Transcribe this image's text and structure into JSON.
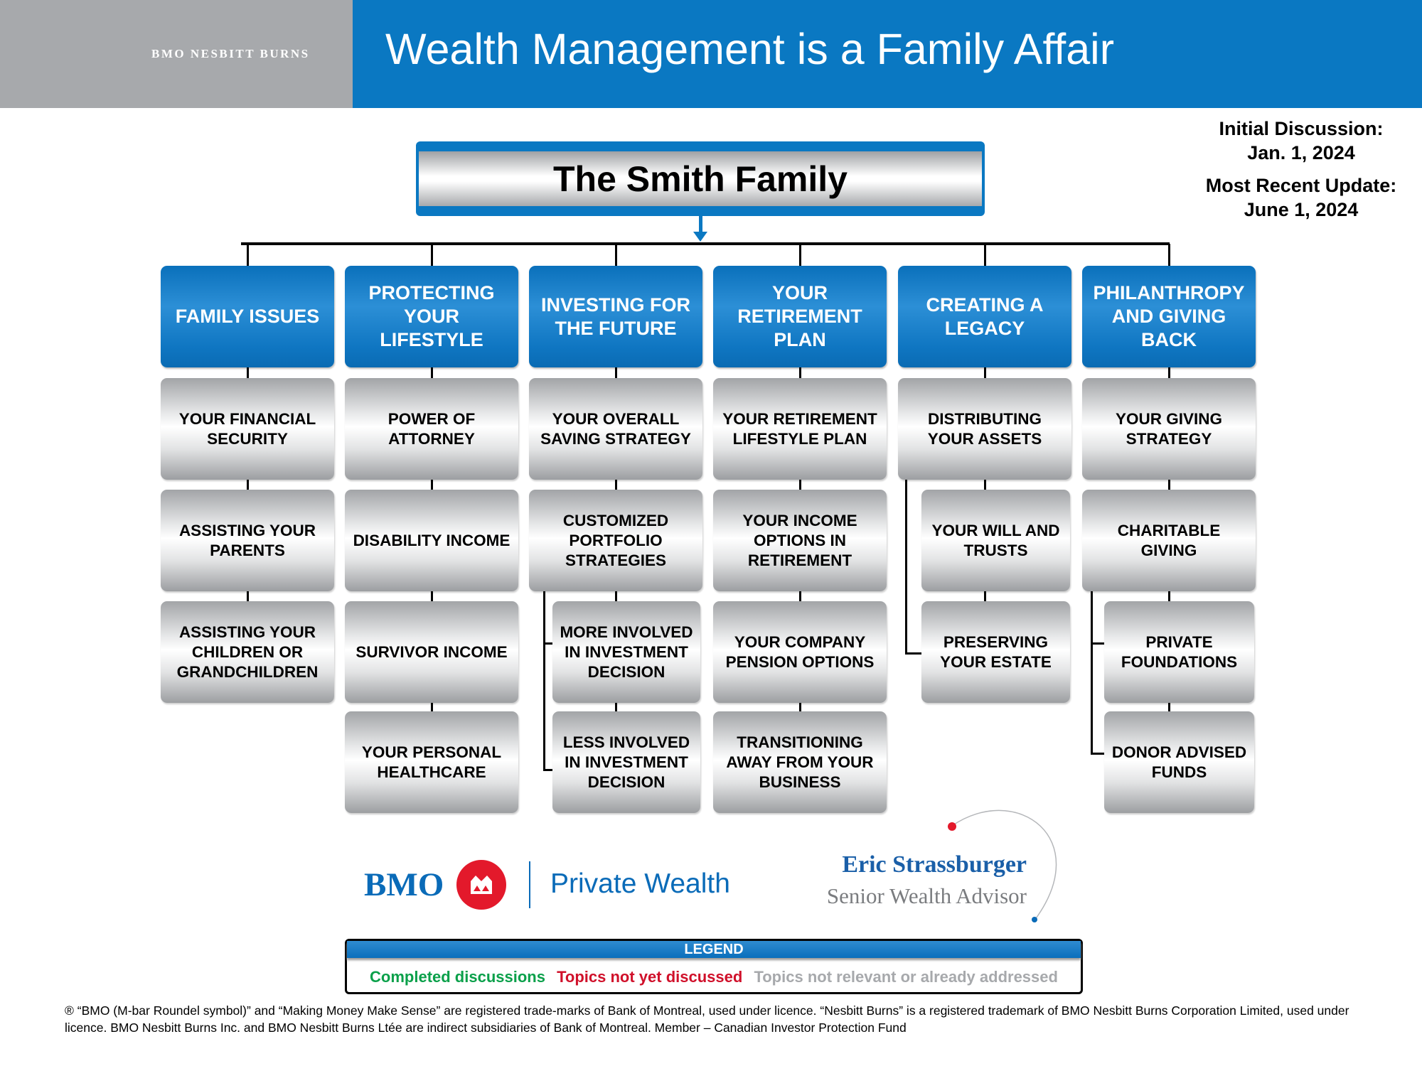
{
  "header": {
    "brand": "BMO NESBITT BURNS",
    "title": "Wealth Management is a Family Affair"
  },
  "family_name": "The Smith Family",
  "dates": {
    "initial_label": "Initial Discussion:",
    "initial_date": "Jan. 1, 2024",
    "update_label": "Most Recent Update:",
    "update_date": "June 1, 2024"
  },
  "columns": [
    {
      "title": "FAMILY ISSUES",
      "items": [
        "YOUR FINANCIAL SECURITY",
        "ASSISTING YOUR PARENTS",
        "ASSISTING YOUR CHILDREN OR GRANDCHILDREN"
      ]
    },
    {
      "title": "PROTECTING YOUR LIFESTYLE",
      "items": [
        "POWER OF ATTORNEY",
        "DISABILITY INCOME",
        "SURVIVOR INCOME",
        "YOUR PERSONAL HEALTHCARE"
      ]
    },
    {
      "title": "INVESTING FOR THE FUTURE",
      "items": [
        "YOUR OVERALL SAVING STRATEGY",
        "CUSTOMIZED PORTFOLIO STRATEGIES",
        "MORE INVOLVED IN INVESTMENT DECISION",
        "LESS INVOLVED IN INVESTMENT DECISION"
      ]
    },
    {
      "title": "YOUR RETIREMENT PLAN",
      "items": [
        "YOUR RETIREMENT LIFESTYLE PLAN",
        "YOUR INCOME OPTIONS IN RETIREMENT",
        "YOUR COMPANY PENSION OPTIONS",
        "TRANSITIONING AWAY FROM YOUR BUSINESS"
      ]
    },
    {
      "title": "CREATING A LEGACY",
      "items": [
        "DISTRIBUTING YOUR ASSETS",
        "YOUR WILL AND TRUSTS",
        "PRESERVING YOUR ESTATE"
      ]
    },
    {
      "title": "PHILANTHROPY AND GIVING BACK",
      "items": [
        "YOUR GIVING STRATEGY",
        "CHARITABLE GIVING",
        "PRIVATE FOUNDATIONS",
        "DONOR ADVISED FUNDS"
      ]
    }
  ],
  "logo": {
    "bmo": "BMO",
    "private_wealth": "Private Wealth"
  },
  "advisor": {
    "name": "Eric Strassburger",
    "title": "Senior Wealth Advisor"
  },
  "legend": {
    "title": "LEGEND",
    "items": [
      {
        "label": "Completed discussions",
        "color": "#0aa04a"
      },
      {
        "label": "Topics not yet discussed",
        "color": "#d0102a"
      },
      {
        "label": "Topics not relevant or already addressed",
        "color": "#a7a9ac"
      }
    ]
  },
  "footer": "® “BMO (M-bar Roundel symbol)” and “Making Money Make Sense” are registered trade-marks of Bank of Montreal, used under licence. “Nesbitt Burns” is a registered trademark of BMO Nesbitt Burns Corporation Limited, used under licence. BMO Nesbitt Burns Inc. and BMO Nesbitt Burns Ltée are indirect subsidiaries of Bank of Montreal.  Member – Canadian Investor Protection Fund"
}
